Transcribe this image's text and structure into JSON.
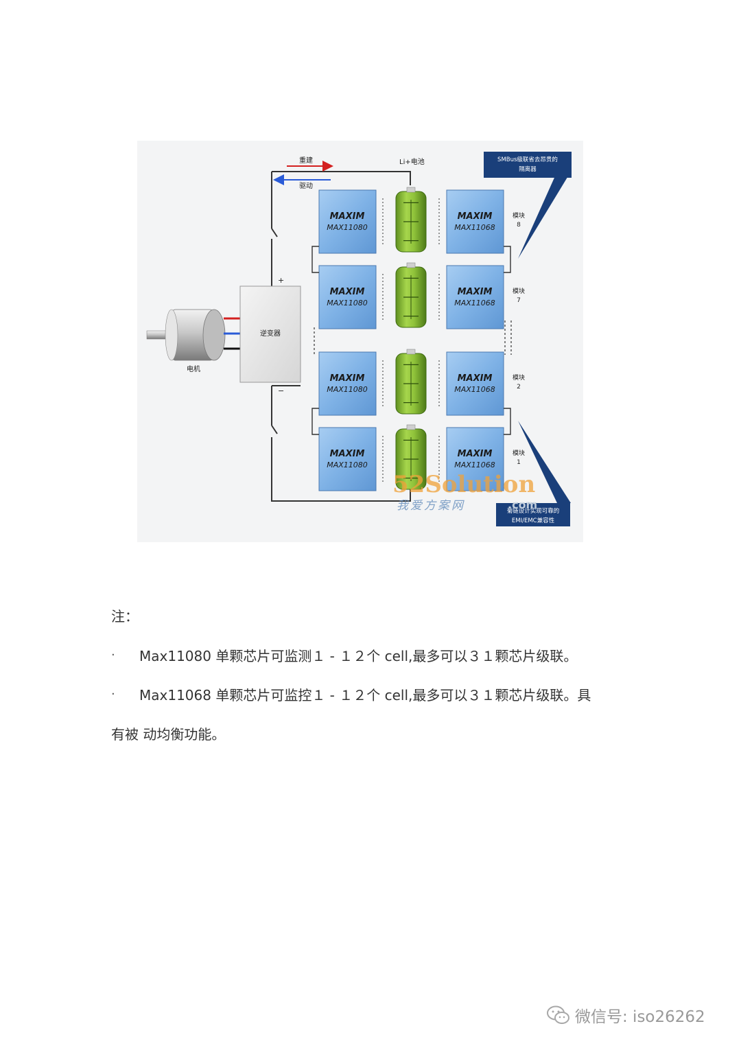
{
  "diagram": {
    "regen_label": "重建",
    "drive_label": "驱动",
    "battery_label": "Li+电池",
    "inverter_label": "逆变器",
    "motor_label": "电机",
    "plus_sign": "+",
    "minus_sign": "−",
    "callout_top": [
      "SMBus级联省去昂贵的",
      "隔离器"
    ],
    "callout_bottom": [
      "菊链设计实现可靠的",
      "EMI/EMC兼容性"
    ],
    "module_word": "模块",
    "rows": [
      {
        "module_no": "8",
        "left_brand": "MAXIM",
        "left_model": "MAX11080",
        "right_brand": "MAXIM",
        "right_model": "MAX11068"
      },
      {
        "module_no": "7",
        "left_brand": "MAXIM",
        "left_model": "MAX11080",
        "right_brand": "MAXIM",
        "right_model": "MAX11068"
      },
      {
        "module_no": "2",
        "left_brand": "MAXIM",
        "left_model": "MAX11080",
        "right_brand": "MAXIM",
        "right_model": "MAX11068"
      },
      {
        "module_no": "1",
        "left_brand": "MAXIM",
        "left_model": "MAX11080",
        "right_brand": "MAXIM",
        "right_model": "MAX11068"
      }
    ],
    "watermark_main": "52Solution",
    "watermark_dotcom": ".com",
    "watermark_cn": "我爱方案网",
    "colors": {
      "chip_blue": "#7fb2e6",
      "battery_green": "#8fc23a",
      "callout_navy": "#1a3f7a",
      "wire_red": "#d32020",
      "wire_blue": "#2a5bd7"
    }
  },
  "notes": {
    "heading": "注：",
    "bullet_char": "·",
    "line1": "Max11080 单颗芯片可监测１ - １２个 cell,最多可以３１颗芯片级联。",
    "line2": "Max11068 单颗芯片可监控１ - １２个 cell,最多可以３１颗芯片级联。具",
    "line3": "有被  动均衡功能。"
  },
  "footer": {
    "text": "微信号: iso26262",
    "icon": "wechat-icon"
  }
}
